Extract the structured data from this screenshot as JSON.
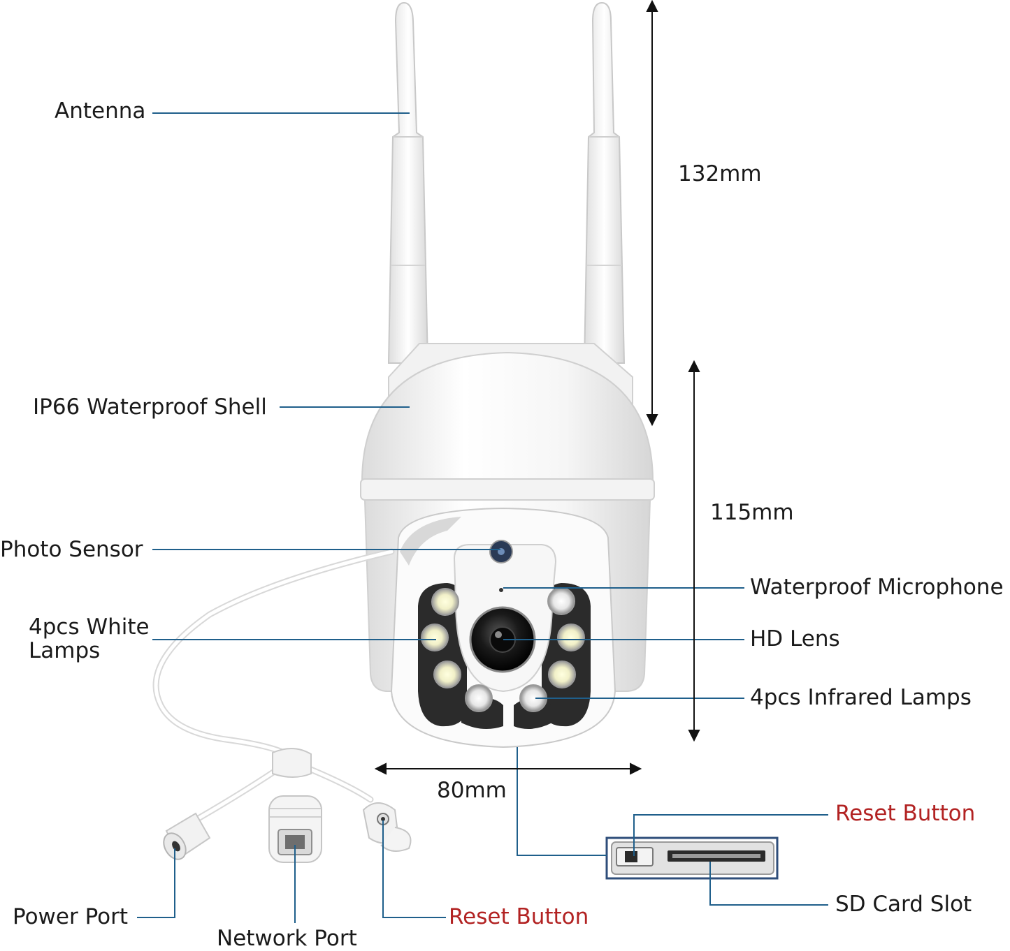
{
  "labels": {
    "antenna": "Antenna",
    "shell": "IP66 Waterproof Shell",
    "photo_sensor": "Photo Sensor",
    "white_lamps_line1": "4pcs White",
    "white_lamps_line2": "Lamps",
    "microphone": "Waterproof Microphone",
    "hd_lens": "HD Lens",
    "infrared_lamps": "4pcs Infrared Lamps",
    "reset_button_top": "Reset Button",
    "sd_card_slot": "SD Card Slot",
    "power_port": "Power Port",
    "network_port": "Network Port",
    "reset_button_bottom": "Reset Button"
  },
  "dimensions": {
    "antenna_height": "132mm",
    "body_height": "115mm",
    "body_width": "80mm"
  },
  "colors": {
    "leader_line": "#1f5f8b",
    "dimension_line": "#111111",
    "reset_label": "#b22222",
    "text": "#1a1a1a",
    "camera_white": "#f4f4f4"
  }
}
